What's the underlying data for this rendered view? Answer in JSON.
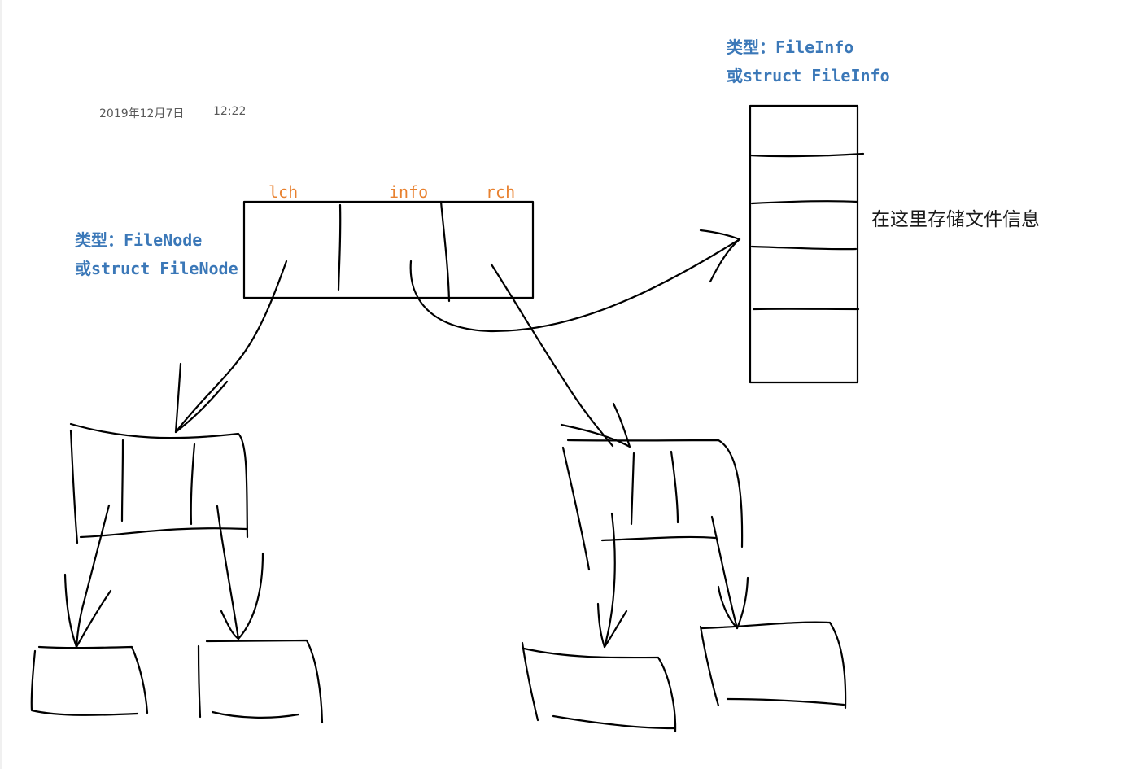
{
  "timestamp": {
    "date": "2019年12月7日",
    "time": "12:22"
  },
  "fileinfo_type": {
    "line1": "类型：FileInfo",
    "line2": "或struct FileInfo"
  },
  "filenode_type": {
    "line1": "类型：FileNode",
    "line2": "或struct FileNode"
  },
  "node_fields": {
    "lch": "lch",
    "info": "info",
    "rch": "rch"
  },
  "fileinfo_note": "在这里存储文件信息",
  "colors": {
    "type_label": "#3b78b8",
    "field_label": "#e8812f",
    "ink": "#000000"
  }
}
